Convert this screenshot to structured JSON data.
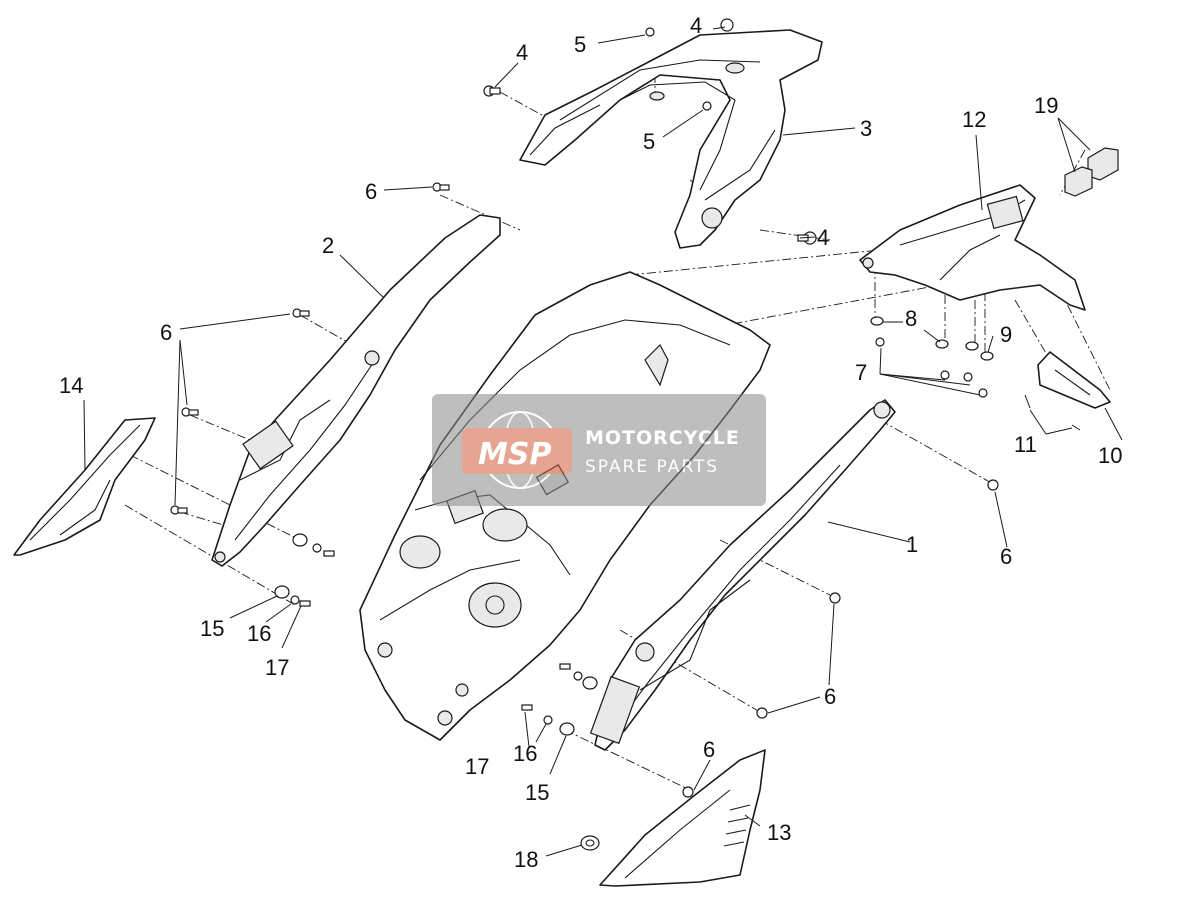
{
  "watermark": {
    "logo_text": "MSP",
    "line1": "MOTORCYCLE",
    "line2": "SPARE PARTS",
    "box_color": "#8a8a8a",
    "logo_color": "#d35a3a"
  },
  "callouts": {
    "n1": "1",
    "n2": "2",
    "n3": "3",
    "n4a": "4",
    "n4b": "4",
    "n4c": "4",
    "n5a": "5",
    "n5b": "5",
    "n6a": "6",
    "n6b": "6",
    "n6c": "6",
    "n6d": "6",
    "n6e": "6",
    "n7": "7",
    "n8": "8",
    "n9": "9",
    "n10": "10",
    "n11": "11",
    "n12": "12",
    "n13": "13",
    "n14": "14",
    "n15a": "15",
    "n15b": "15",
    "n16a": "16",
    "n16b": "16",
    "n17a": "17",
    "n17b": "17",
    "n18": "18",
    "n19": "19"
  }
}
